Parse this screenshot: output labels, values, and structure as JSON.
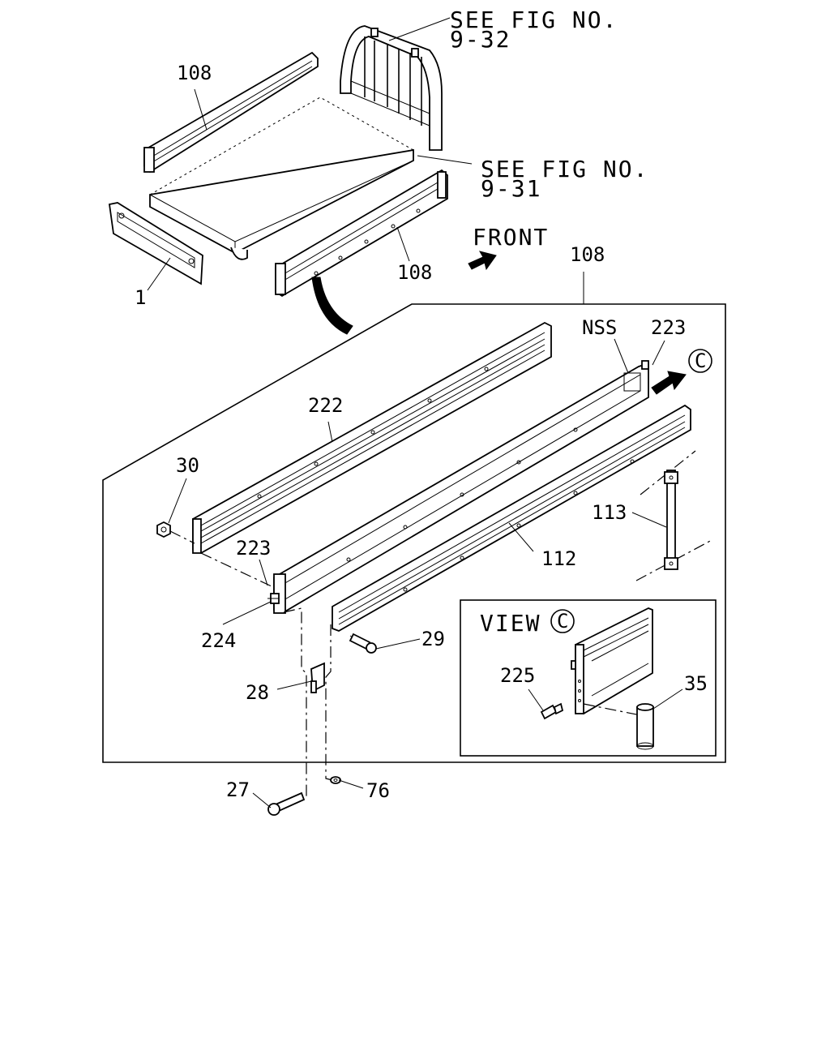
{
  "references": {
    "fig_9_32_line1": "SEE FIG NO.",
    "fig_9_32_line2": "9-32",
    "fig_9_31_line1": "SEE FIG NO.",
    "fig_9_31_line2": "9-31",
    "front": "FRONT",
    "view_label": "VIEW",
    "view_marker": "C",
    "view_marker_main": "C",
    "nss": "NSS"
  },
  "callouts": {
    "p108_top": "108",
    "p108_side": "108",
    "p108_group": "108",
    "p1": "1",
    "p222": "222",
    "p223_top": "223",
    "p223_left": "223",
    "p30": "30",
    "p224": "224",
    "p113": "113",
    "p112": "112",
    "p29": "29",
    "p28": "28",
    "p27": "27",
    "p76": "76",
    "p225": "225",
    "p35": "35"
  },
  "colors": {
    "ink": "#000000",
    "paper": "#ffffff"
  }
}
